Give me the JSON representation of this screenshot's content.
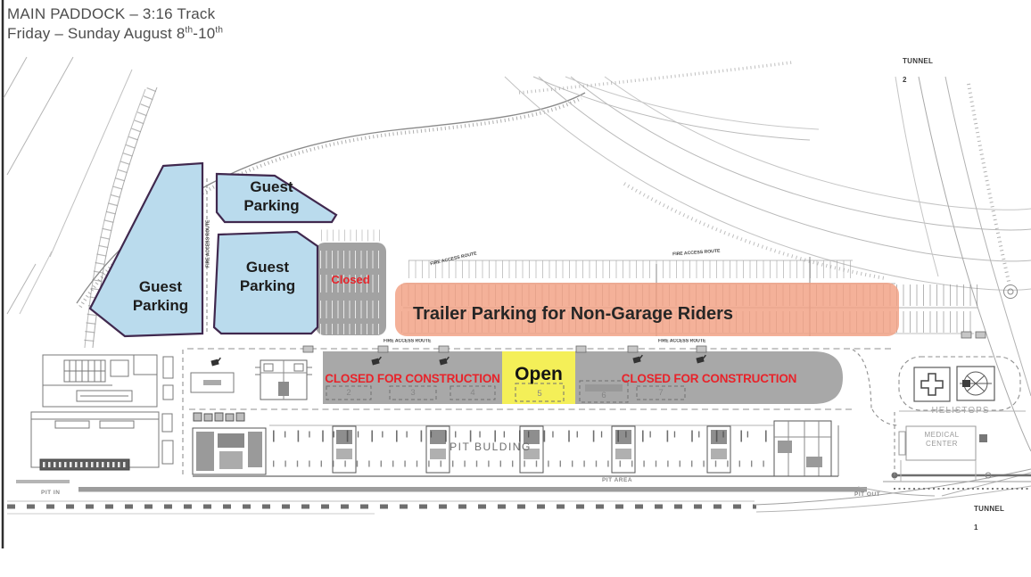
{
  "header": {
    "title": "MAIN PADDOCK – 3:16 Track",
    "dates_prefix": "Friday – Sunday August 8",
    "dates_sup1": "th",
    "dates_mid": "-10",
    "dates_sup2": "th"
  },
  "zones": {
    "guest_parking_1": "Guest Parking",
    "guest_parking_2": "Guest Parking",
    "guest_parking_3": "Guest Parking",
    "closed_lot": "Closed",
    "trailer_parking": "Trailer Parking for Non-Garage Riders",
    "closed_construction_left": "CLOSED FOR CONSTRUCTION",
    "open_bay": "Open",
    "closed_construction_right": "CLOSED FOR CONSTRUCTION",
    "bay_numbers": [
      "2",
      "3",
      "4",
      "5",
      "6",
      "7"
    ]
  },
  "labels": {
    "tunnel_top_name": "TUNNEL",
    "tunnel_top_num": "2",
    "tunnel_bottom_name": "TUNNEL",
    "tunnel_bottom_num": "1",
    "pit_building": "PIT BULDING",
    "pit_area": "PIT AREA",
    "pit_in": "PIT IN",
    "pit_out": "PIT OUT",
    "helistops": "HELISTOPS",
    "medical_center": "MEDICAL CENTER",
    "fire_access_route": "FIRE ACCESS ROUTE"
  },
  "colors": {
    "guest_parking_blue": "#badbed",
    "zone_border_purple": "#40284e",
    "closed_gray": "#a2a2a2",
    "bays_gray": "#a8a8a8",
    "trailer_orange": "#f2a082",
    "open_yellow": "#f4ef58",
    "closed_text_red": "#e8232a"
  }
}
